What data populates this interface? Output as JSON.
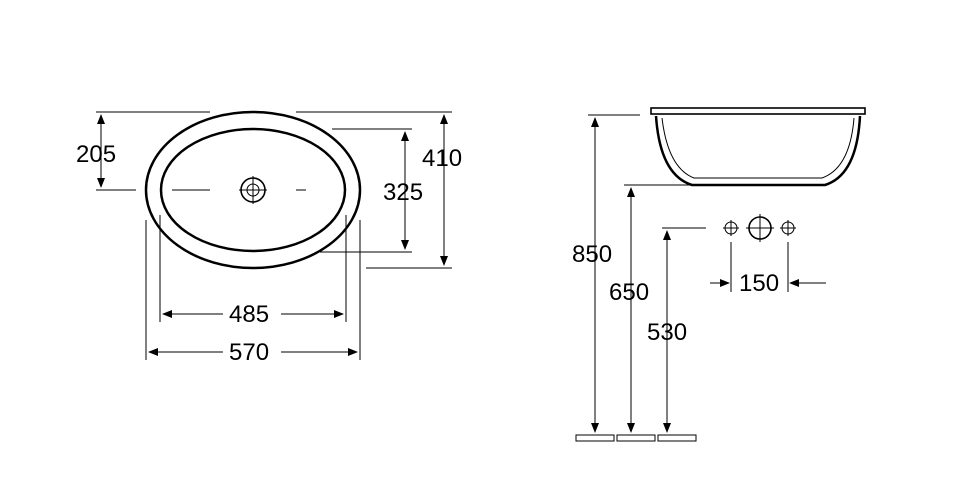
{
  "top_view": {
    "dim_205": "205",
    "dim_410": "410",
    "dim_325": "325",
    "dim_485": "485",
    "dim_570": "570"
  },
  "side_view": {
    "dim_850": "850",
    "dim_650": "650",
    "dim_530": "530",
    "dim_150": "150"
  }
}
